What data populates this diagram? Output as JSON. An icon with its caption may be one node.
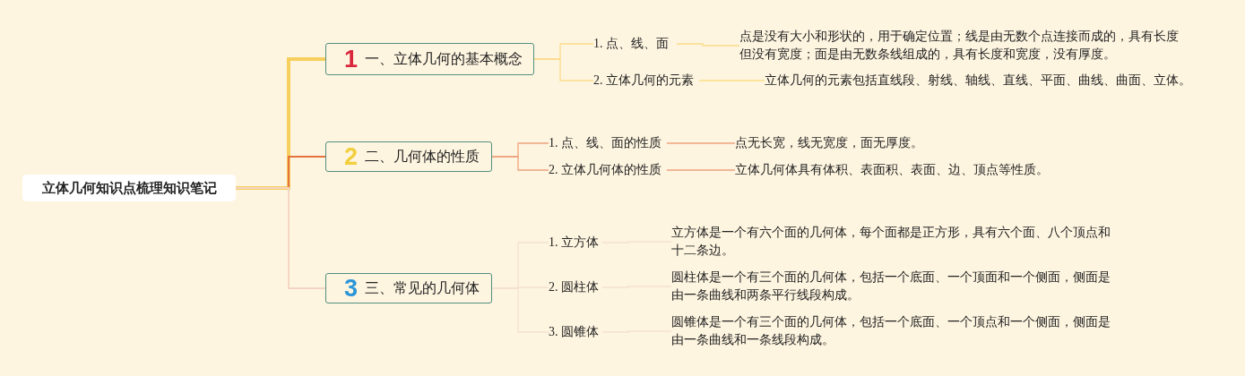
{
  "diagram": {
    "nodes": [
      {
        "text": [
          "立体几何知识点梳理知识笔记"
        ]
      },
      {
        "text": [
          "1",
          "一、立体几何的基本概念"
        ]
      },
      {
        "text": [
          "1. 点、线、面"
        ]
      },
      {
        "text": [
          "点是没有大小和形状的，用于确定位置；线是由无数个点连接而成的，具有长度但没有宽度；面是由无数条线组成的，具有长度和宽度，没有厚度。"
        ]
      },
      {
        "text": [
          "2. 立体几何的元素"
        ]
      },
      {
        "text": [
          "立体几何的元素包括直线段、射线、轴线、直线、平面、曲线、曲面、立体。"
        ]
      },
      {
        "text": [
          "2",
          "二、几何体的性质"
        ]
      },
      {
        "text": [
          "1. 点、线、面的性质"
        ]
      },
      {
        "text": [
          "点无长宽，线无宽度，面无厚度。"
        ]
      },
      {
        "text": [
          "2. 立体几何体的性质"
        ]
      },
      {
        "text": [
          "立体几何体具有体积、表面积、表面、边、顶点等性质。"
        ]
      },
      {
        "text": [
          "3",
          "三、常见的几何体"
        ]
      },
      {
        "text": [
          "1. 立方体"
        ]
      },
      {
        "text": [
          "立方体是一个有六个面的几何体，每个面都是正方形，具有六个面、八个顶点和十二条边。"
        ]
      },
      {
        "text": [
          "2. 圆柱体"
        ]
      },
      {
        "text": [
          "圆柱体是一个有三个面的几何体，包括一个底面、一个顶面和一个侧面，侧面是由一条曲线和两条平行线段构成。"
        ]
      },
      {
        "text": [
          "3. 圆锥体"
        ]
      },
      {
        "text": [
          "圆锥体是一个有三个面的几何体，包括一个底面、一个顶点和一个侧面，侧面是由一条曲线和一条线段构成。"
        ]
      }
    ],
    "edges": [
      {
        "from": 0,
        "to": 1,
        "arrow": "none",
        "style": "thick",
        "color": "#f6cf5e"
      },
      {
        "from": 0,
        "to": 6,
        "arrow": "none",
        "color": "#e5733f"
      },
      {
        "from": 0,
        "to": 11,
        "arrow": "none",
        "color": "#f3d5c4"
      },
      {
        "from": 1,
        "to": 2,
        "arrow": "none",
        "color": "#fbdc8a"
      },
      {
        "from": 1,
        "to": 4,
        "arrow": "none",
        "color": "#fbdc8a"
      },
      {
        "from": 2,
        "to": 3,
        "arrow": "none",
        "color": "#fbdc8a"
      },
      {
        "from": 4,
        "to": 5,
        "arrow": "none",
        "color": "#fbdc8a"
      },
      {
        "from": 6,
        "to": 7,
        "arrow": "none",
        "color": "#eca27f"
      },
      {
        "from": 6,
        "to": 9,
        "arrow": "none",
        "color": "#eca27f"
      },
      {
        "from": 7,
        "to": 8,
        "arrow": "none",
        "color": "#eca27f"
      },
      {
        "from": 9,
        "to": 10,
        "arrow": "none",
        "color": "#eca27f"
      },
      {
        "from": 11,
        "to": 12,
        "arrow": "none",
        "color": "#f5e0d2"
      },
      {
        "from": 11,
        "to": 14,
        "arrow": "none",
        "color": "#f5e0d2"
      },
      {
        "from": 11,
        "to": 16,
        "arrow": "none",
        "color": "#f5e0d2"
      },
      {
        "from": 12,
        "to": 13,
        "arrow": "none",
        "color": "#f5e0d2"
      },
      {
        "from": 14,
        "to": 15,
        "arrow": "none",
        "color": "#f5e0d2"
      },
      {
        "from": 16,
        "to": 17,
        "arrow": "none",
        "color": "#f5e0d2"
      }
    ]
  }
}
